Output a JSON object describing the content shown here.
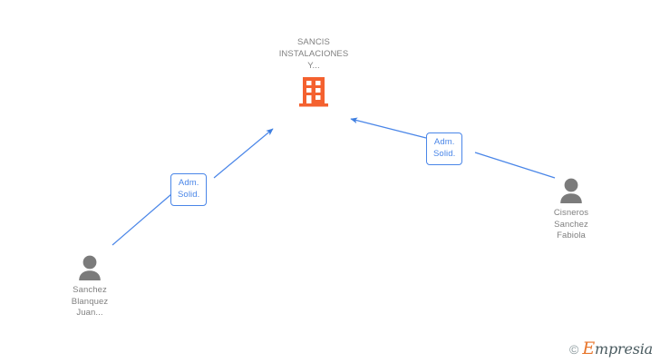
{
  "diagram": {
    "type": "relationship-graph",
    "background_color": "#ffffff",
    "company": {
      "name": "SANCIS\nINSTALACIONES\nY...",
      "icon": "building-icon",
      "icon_color": "#f4612f",
      "text_color": "#808080"
    },
    "persons": [
      {
        "id": "left",
        "name": "Sanchez\nBlanquez\nJuan...",
        "icon": "person-icon",
        "icon_color": "#7b7b7b",
        "text_color": "#808080"
      },
      {
        "id": "right",
        "name": "Cisneros\nSanchez\nFabiola",
        "icon": "person-icon",
        "icon_color": "#7b7b7b",
        "text_color": "#808080"
      }
    ],
    "relations": [
      {
        "id": "left",
        "label": "Adm.\nSolid.",
        "from": "Sanchez Blanquez Juan...",
        "to": "SANCIS INSTALACIONES Y...",
        "line_color": "#4a86e8",
        "label_border_color": "#4a86e8",
        "label_text_color": "#4a86e8"
      },
      {
        "id": "right",
        "label": "Adm.\nSolid.",
        "from": "Cisneros Sanchez Fabiola",
        "to": "SANCIS INSTALACIONES Y...",
        "line_color": "#4a86e8",
        "label_border_color": "#4a86e8",
        "label_text_color": "#4a86e8"
      }
    ]
  },
  "watermark": {
    "copyright": "©",
    "brand_initial": "E",
    "brand_rest": "mpresia",
    "brand_initial_color": "#e8762c",
    "brand_rest_color": "#4a5b60"
  }
}
